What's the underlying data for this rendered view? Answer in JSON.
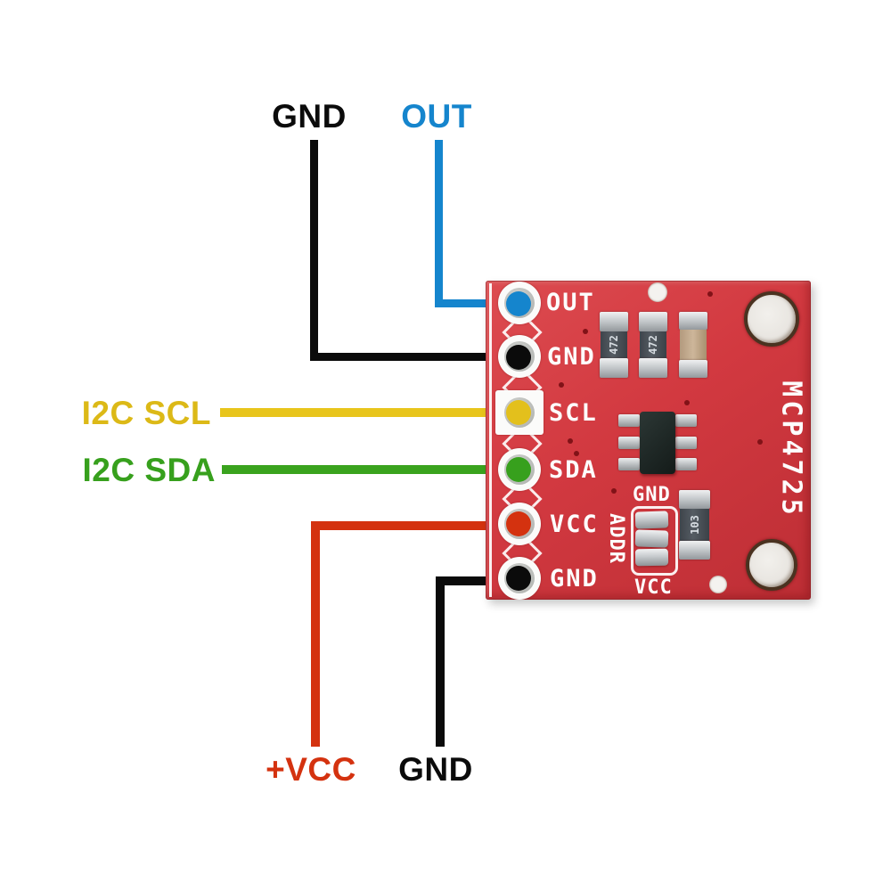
{
  "diagram": {
    "type": "wiring-pinout-diagram",
    "subject": "MCP4725 DAC breakout board"
  },
  "connections": {
    "out": {
      "label": "OUT",
      "color": "#1585cd",
      "pin": "OUT"
    },
    "gnd_top": {
      "label": "GND",
      "color": "#0b0b0b",
      "pin": "GND"
    },
    "scl": {
      "label": "I2C SCL",
      "color": "#e8c51c",
      "pin": "SCL"
    },
    "sda": {
      "label": "I2C SDA",
      "color": "#3aa31e",
      "pin": "SDA"
    },
    "vcc": {
      "label": "+VCC",
      "color": "#d4320f",
      "pin": "VCC"
    },
    "gnd_bottom": {
      "label": "GND",
      "color": "#0b0b0b",
      "pin": "GND"
    }
  },
  "board": {
    "part_number": "MCP4725",
    "pin_silk_labels": [
      "OUT",
      "GND",
      "SCL",
      "SDA",
      "VCC",
      "GND"
    ],
    "address_jumper": {
      "top_label": "GND",
      "bottom_label": "VCC",
      "side_label": "ADDR"
    },
    "component_markings": {
      "resistor1": "472",
      "resistor2": "472",
      "resistor3": "103"
    },
    "colors": {
      "pcb_red": "#d23940",
      "silkscreen": "#ffffff"
    }
  }
}
